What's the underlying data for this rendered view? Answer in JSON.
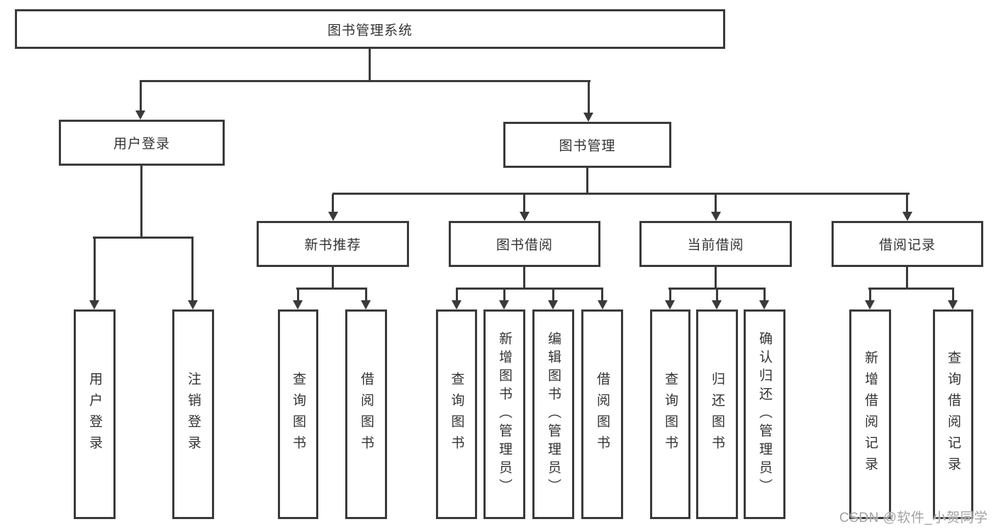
{
  "diagram": {
    "type": "hierarchy-tree",
    "colors": {
      "line": "#3a3a3a",
      "text": "#333333",
      "background": "#ffffff",
      "watermark": "#a3a3a3"
    },
    "nodes": {
      "root": {
        "label": "图书管理系统"
      },
      "l2": [
        {
          "label": "用户登录"
        },
        {
          "label": "图书管理"
        }
      ],
      "l3": [
        {
          "label": "新书推荐"
        },
        {
          "label": "图书借阅"
        },
        {
          "label": "当前借阅"
        },
        {
          "label": "借阅记录"
        }
      ],
      "leaves": [
        {
          "label": "用户登录",
          "parent": "用户登录"
        },
        {
          "label": "注销登录",
          "parent": "用户登录"
        },
        {
          "label": "查询图书",
          "parent": "新书推荐"
        },
        {
          "label": "借阅图书",
          "parent": "新书推荐"
        },
        {
          "label": "查询图书",
          "parent": "图书借阅"
        },
        {
          "label": "新增图书（管理员）",
          "parent": "图书借阅"
        },
        {
          "label": "编辑图书（管理员）",
          "parent": "图书借阅"
        },
        {
          "label": "借阅图书",
          "parent": "图书借阅"
        },
        {
          "label": "查询图书",
          "parent": "当前借阅"
        },
        {
          "label": "归还图书",
          "parent": "当前借阅"
        },
        {
          "label": "确认归还（管理员）",
          "parent": "当前借阅"
        },
        {
          "label": "新增借阅记录",
          "parent": "借阅记录"
        },
        {
          "label": "查询借阅记录",
          "parent": "借阅记录"
        }
      ]
    },
    "watermark": "CSDN @软件_小贺同学"
  }
}
